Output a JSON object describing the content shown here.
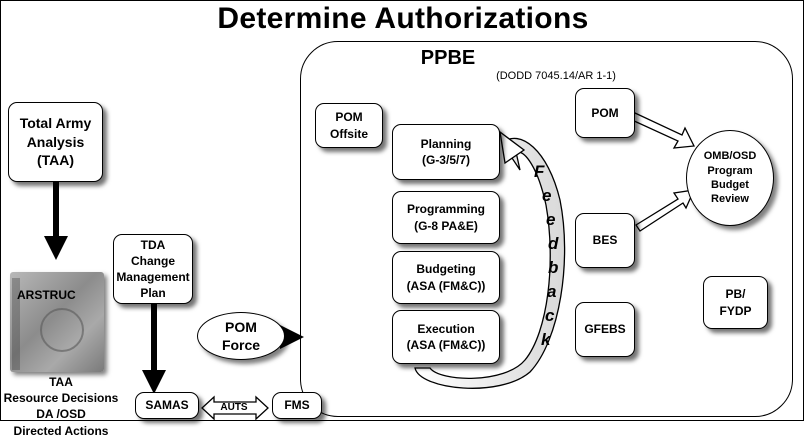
{
  "title": "Determine Authorizations",
  "ppbe": {
    "title": "PPBE",
    "subtitle": "(DODD 7045.14/AR 1-1)"
  },
  "nodes": {
    "taa": "Total Army\nAnalysis\n(TAA)",
    "tda_plan": "TDA\nChange\nManagement\nPlan",
    "pom_force": "POM\nForce",
    "samas": "SAMAS",
    "auts": "AUTS",
    "fms": "FMS",
    "pom_offsite": "POM\nOffsite",
    "planning": "Planning\n(G-3/5/7)",
    "programming": "Programming\n(G-8 PA&E)",
    "budgeting": "Budgeting\n(ASA (FM&C))",
    "execution": "Execution\n(ASA (FM&C))",
    "pom": "POM",
    "bes": "BES",
    "gfebs": "GFEBS",
    "omb_osd": "OMB/OSD\nProgram\nBudget\nReview",
    "pb_fydp": "PB/\nFYDP"
  },
  "arstruc": {
    "label": "ARSTRUC",
    "caption": "TAA\nResource Decisions\nDA /OSD\nDirected Actions"
  },
  "feedback_letters": [
    "F",
    "e",
    "e",
    "d",
    "b",
    "a",
    "c",
    "k"
  ]
}
